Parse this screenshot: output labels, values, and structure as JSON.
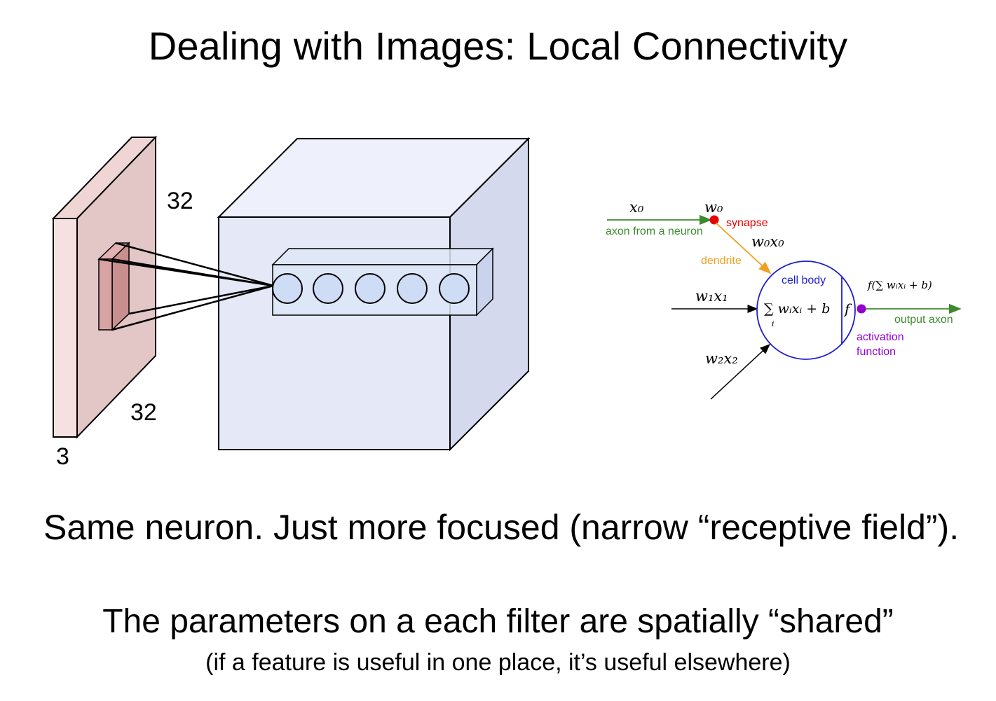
{
  "slide": {
    "title": "Dealing with Images: Local Connectivity",
    "caption_main": "Same neuron. Just more focused (narrow “receptive field”).",
    "caption_shared": "The parameters on a each filter are spatially “shared”",
    "caption_note": "(if a feature is useful in one place, it’s useful elsewhere)"
  },
  "volume_diagram": {
    "input_height": "32",
    "input_width": "32",
    "input_depth": "3",
    "neuron_count": 5,
    "colors": {
      "input_face": "#f3dcdc",
      "input_side": "#e3c6c6",
      "receptive_field": "#d9a3a3",
      "output_face": "#e7eaf7",
      "neuron_fill": "#dde6f8",
      "stroke": "#000000"
    }
  },
  "neuron_diagram": {
    "x0": "x₀",
    "w0": "w₀",
    "w0x0": "w₀x₀",
    "w1x1": "w₁x₁",
    "w2x2": "w₂x₂",
    "axon_label": "axon from a neuron",
    "synapse_label": "synapse",
    "dendrite_label": "dendrite",
    "cell_body_label": "cell body",
    "sum_expr": "∑ wᵢxᵢ + b",
    "sum_index": "i",
    "f_symbol": "f",
    "output_expr": "f(∑ wᵢxᵢ + b)",
    "output_axon_label": "output axon",
    "activation_label_1": "activation",
    "activation_label_2": "function",
    "colors": {
      "axon": "#3d8a2e",
      "synapse": "#e60000",
      "dendrite": "#f0a020",
      "cell_body": "#1f1fcc",
      "activation": "#9400d3",
      "output": "#3d8a2e"
    }
  }
}
